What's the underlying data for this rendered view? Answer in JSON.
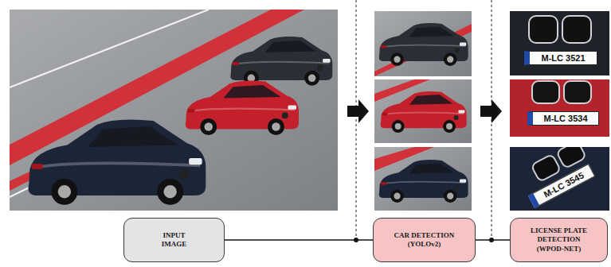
{
  "diagram": {
    "nodes": [
      {
        "text": [
          "INPUT IMAGE"
        ]
      },
      {
        "text": [
          "CAR DETECTION (YOLOv2)"
        ]
      },
      {
        "text": [
          "LICENSE PLATE DETECTION (WPOD-NET)"
        ]
      }
    ],
    "edges": [
      {
        "from": 0,
        "to": 1,
        "arrow": "none"
      },
      {
        "from": 1,
        "to": 2,
        "arrow": "none"
      }
    ],
    "labels": [
      "M-LC 3521",
      "M-LC 3534",
      "M-LC 3545"
    ]
  }
}
